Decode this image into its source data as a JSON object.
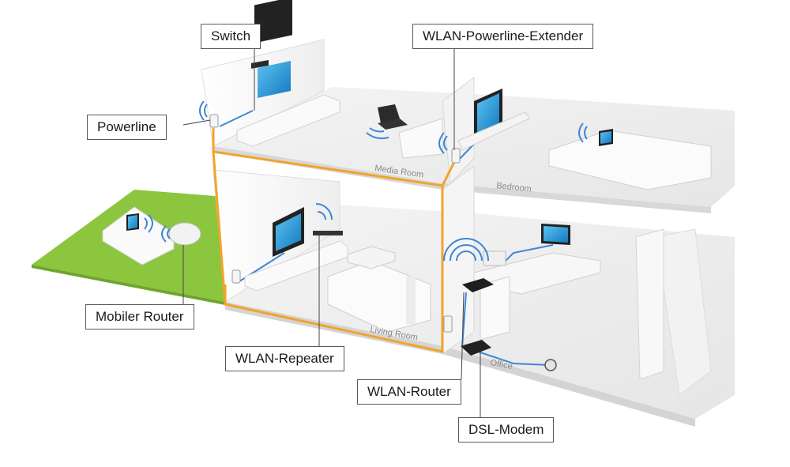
{
  "callouts": {
    "switch": "Switch",
    "wlan_powerline_extender": "WLAN-Powerline-Extender",
    "powerline": "Powerline",
    "mobiler_router": "Mobiler Router",
    "wlan_repeater": "WLAN-Repeater",
    "wlan_router": "WLAN-Router",
    "dsl_modem": "DSL-Modem"
  },
  "rooms": {
    "media_room": "Media Room",
    "bedroom": "Bedroom",
    "living_room": "Living Room",
    "office": "Office"
  },
  "icons": {
    "wifi": "wifi-signal-icon",
    "tv": "tv-icon",
    "laptop": "laptop-icon",
    "tablet": "tablet-icon",
    "router": "router-icon",
    "modem": "modem-icon",
    "plug": "powerline-adapter-icon",
    "phone_socket": "phone-socket-icon",
    "monitor": "monitor-icon"
  },
  "colors": {
    "cable_orange": "#f2a32a",
    "cable_blue": "#3f86d6",
    "grass": "#8cc63f",
    "screen_blue": "#1b8fd4",
    "device_dark": "#2a2a2a"
  }
}
